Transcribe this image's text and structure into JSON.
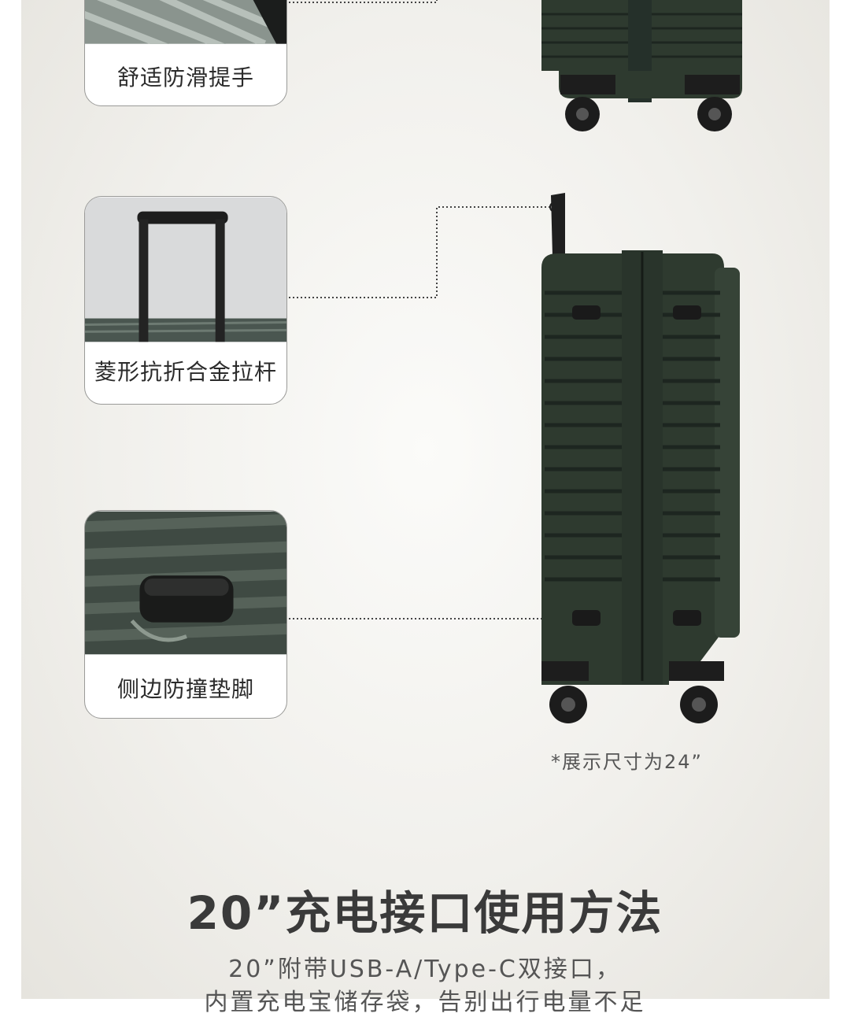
{
  "features": [
    {
      "label": "舒适防滑提手"
    },
    {
      "label": "菱形抗折合金拉杆"
    },
    {
      "label": "侧边防撞垫脚"
    }
  ],
  "caption": "*展示尺寸为24”",
  "section": {
    "title": "20”充电接口使用方法",
    "line1": "20”附带USB-A/Type-C双接口，",
    "line2": "内置充电宝储存袋，告别出行电量不足"
  },
  "colors": {
    "suitcase": "#2e3a2f",
    "card_border": "#9a9a98",
    "background": "#f1f0ec"
  }
}
